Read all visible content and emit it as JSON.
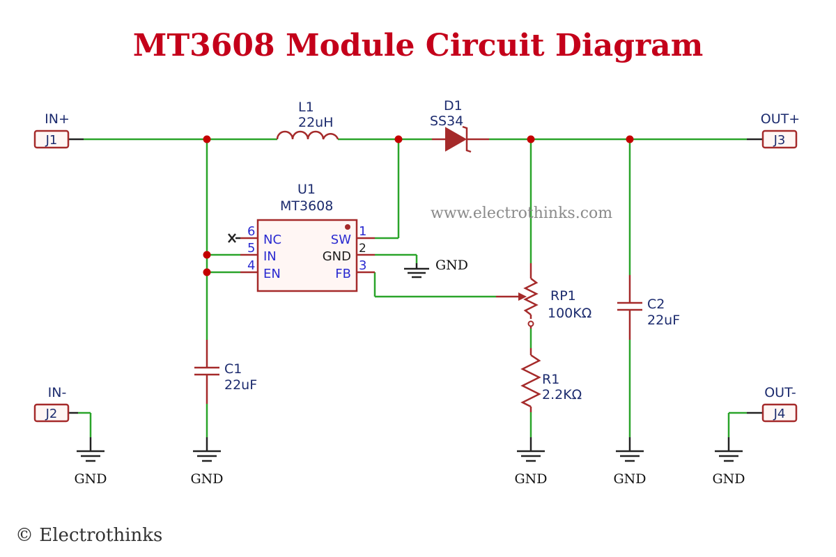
{
  "title": "MT3608 Module Circuit Diagram",
  "watermark": "www.electrothinks.com",
  "copyright": "© Electrothinks",
  "connectors": {
    "j1": {
      "ref": "J1",
      "label": "IN+"
    },
    "j2": {
      "ref": "J2",
      "label": "IN-"
    },
    "j3": {
      "ref": "J3",
      "label": "OUT+"
    },
    "j4": {
      "ref": "J4",
      "label": "OUT-"
    }
  },
  "inductor": {
    "ref": "L1",
    "value": "22uH"
  },
  "diode": {
    "ref": "D1",
    "value": "SS34"
  },
  "ic": {
    "ref": "U1",
    "value": "MT3608",
    "pins": {
      "nc": {
        "name": "NC",
        "num": "6"
      },
      "in": {
        "name": "IN",
        "num": "5"
      },
      "en": {
        "name": "EN",
        "num": "4"
      },
      "sw": {
        "name": "SW",
        "num": "1"
      },
      "gnd": {
        "name": "GND",
        "num": "2"
      },
      "fb": {
        "name": "FB",
        "num": "3"
      }
    }
  },
  "pot": {
    "ref": "RP1",
    "value": "100KΩ"
  },
  "r1": {
    "ref": "R1",
    "value": "2.2KΩ"
  },
  "c1": {
    "ref": "C1",
    "value": "22uF"
  },
  "c2": {
    "ref": "C2",
    "value": "22uF"
  },
  "gnd_label": "GND",
  "colors": {
    "title": "#c4001a",
    "wire": "#2aa42a",
    "component": "#a52a2a",
    "junction": "#c40000"
  }
}
